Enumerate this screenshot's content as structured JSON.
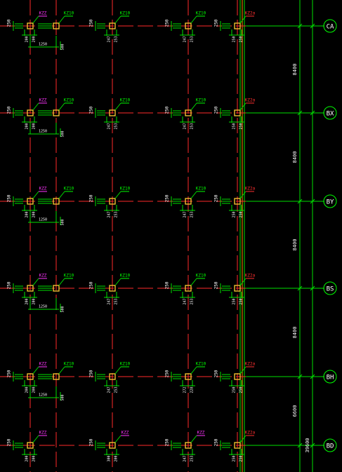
{
  "drawing": {
    "colors": {
      "background": "#000000",
      "axis": "#ff2a2a",
      "dimension": "#00e000",
      "column": "#ffcc33",
      "label_normal": "#00ff00",
      "label_special": "#ff3030",
      "label_small": "#ff33ff",
      "text": "#ffffff",
      "bubble": "#00ff00"
    },
    "grid_bubbles": [
      "CA",
      "BX",
      "BY",
      "BS",
      "BH",
      "BD"
    ],
    "bay_dimensions": [
      "8400",
      "8400",
      "8400",
      "8400",
      "6600"
    ],
    "total_dimension": "39600",
    "label_small": "KZZ",
    "label_column": "KZ10",
    "label_special": "KZ2a",
    "dim_250": "250",
    "dim_200": "200",
    "dim_1250": "1250",
    "dim_500": "500",
    "dim_247": "247",
    "dim_253": "253",
    "dim_272": "272",
    "dim_228": "228",
    "dim_300": "300"
  }
}
